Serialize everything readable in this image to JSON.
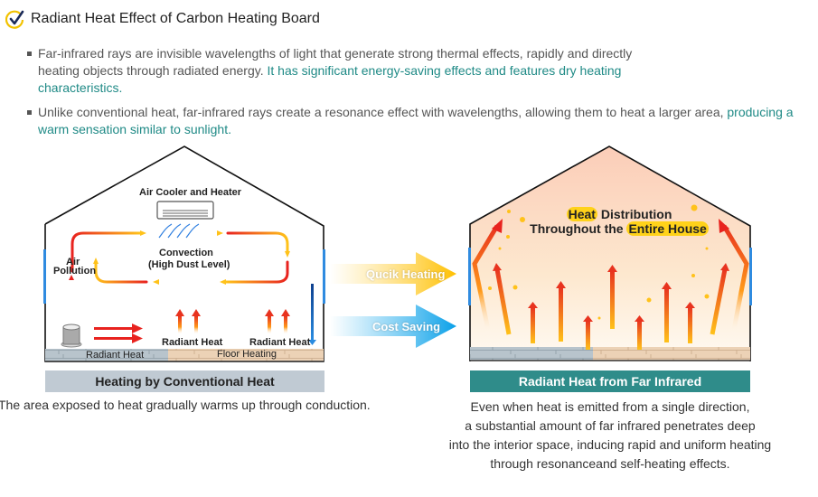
{
  "header": {
    "icon": "check-circle-icon",
    "title": "Radiant Heat Effect of Carbon Heating Board"
  },
  "bullets": [
    {
      "text": "Far-infrared rays are invisible wavelengths of light that generate strong thermal effects, rapidly and directly heating objects through radiated energy. ",
      "highlight": "It has significant energy-saving effects and features dry heating characteristics."
    },
    {
      "text": "Unlike conventional heat, far-infrared rays create a resonance effect with wavelengths, allowing them to heat a larger area, ",
      "highlight": "producing a warm sensation similar to sunlight."
    }
  ],
  "left_diagram": {
    "air_unit_label": "Air Cooler and Heater",
    "convection_label": "Convection",
    "convection_sub": "(High Dust Level)",
    "pollution_label_1": "Air",
    "pollution_label_2": "Pollution",
    "radiant_label_1": "Radiant Heat",
    "radiant_label_2": "Radiant Heat",
    "floor_left_label": "Radiant Heat",
    "floor_right_label": "Floor Heating",
    "caption": "Heating by Conventional Heat",
    "description": "The area exposed to heat gradually warms up through conduction."
  },
  "middle_arrows": {
    "top": "Qucik Heating",
    "bottom": "Cost Saving"
  },
  "right_diagram": {
    "heat_word": "Heat",
    "distribution_word": " Distribution",
    "throughout": "Throughout the ",
    "entire_house": "Entire House",
    "caption": "Radiant Heat from Far Infrared",
    "description": [
      "Even when heat is emitted from a single direction,",
      "a substantial amount of far infrared penetrates deep",
      "into the interior space, inducing rapid and uniform heating",
      "through resonanceand self-heating effects."
    ]
  },
  "colors": {
    "accent_teal": "#1f8a86",
    "caption_gray": "#c0cad3",
    "caption_teal": "#2f8c8a",
    "check_yellow": "#f2c200",
    "check_navy": "#1a2a5a"
  }
}
